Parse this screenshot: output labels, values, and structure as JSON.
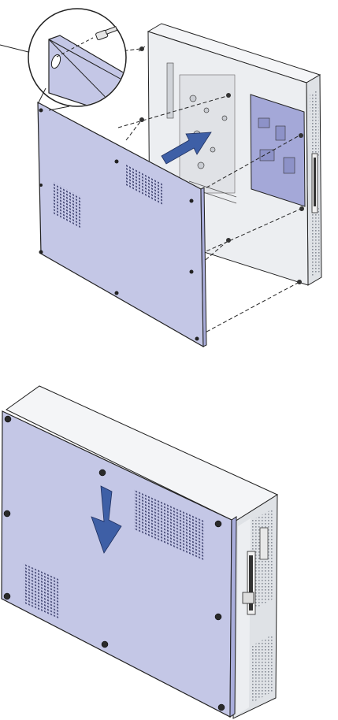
{
  "figure": {
    "panels": [
      {
        "name": "step-1",
        "action": "attach-cover",
        "arrow": "install-direction"
      },
      {
        "name": "step-2",
        "action": "slide-cover-down",
        "arrow": "slide-direction"
      }
    ],
    "colors": {
      "cover": "#c4c7e6",
      "cover_dark": "#a9addb",
      "chassis": "#eceef1",
      "chassis_side": "#dfe2e6",
      "board": "#a4a8d8",
      "arrow": "#3e5fa6",
      "outline": "#222222",
      "background": "#ffffff"
    },
    "icons": [
      "screw-icon",
      "keyhole-slot-icon",
      "magnifier-callout",
      "install-arrow-icon",
      "slide-down-arrow-icon"
    ]
  }
}
